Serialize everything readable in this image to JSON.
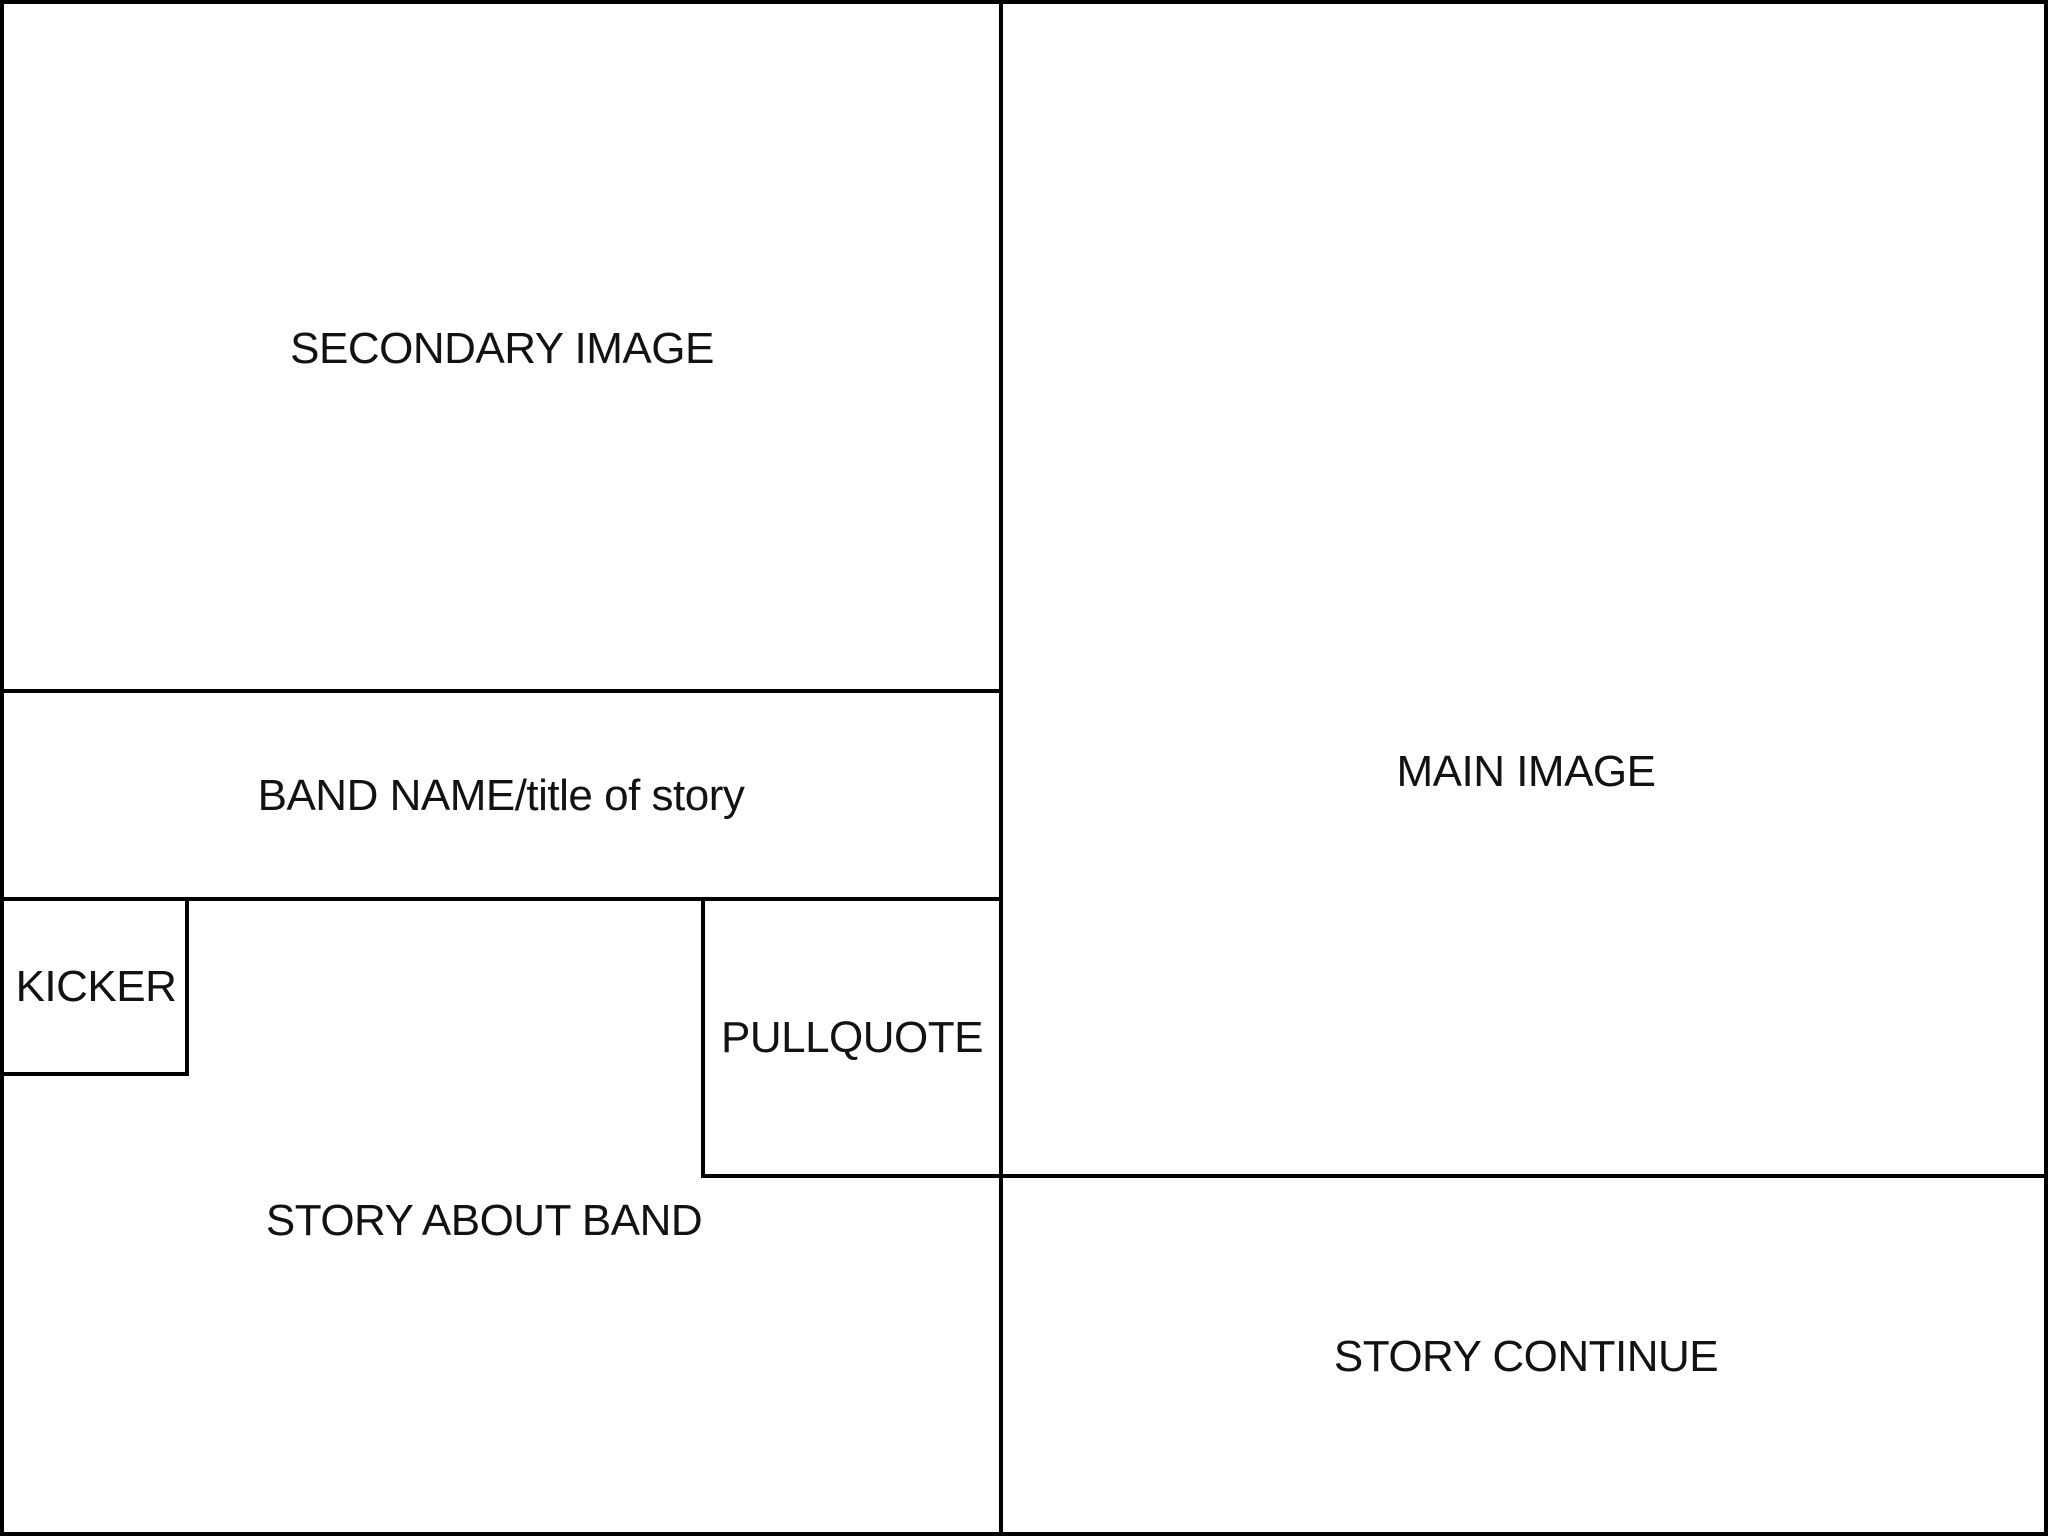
{
  "page": {
    "background": "#ffffff",
    "line_color": "#000000",
    "text_color": "#121212",
    "regions": {
      "secondary_image": {
        "label": "SECONDARY IMAGE"
      },
      "band_name": {
        "label": "BAND NAME/title of story"
      },
      "kicker": {
        "label": "KICKER"
      },
      "pullquote": {
        "label": "PULLQUOTE"
      },
      "main_image": {
        "label": "MAIN IMAGE"
      },
      "story_about_band": {
        "label": "STORY ABOUT BAND"
      },
      "story_continue": {
        "label": "STORY CONTINUE"
      }
    }
  }
}
